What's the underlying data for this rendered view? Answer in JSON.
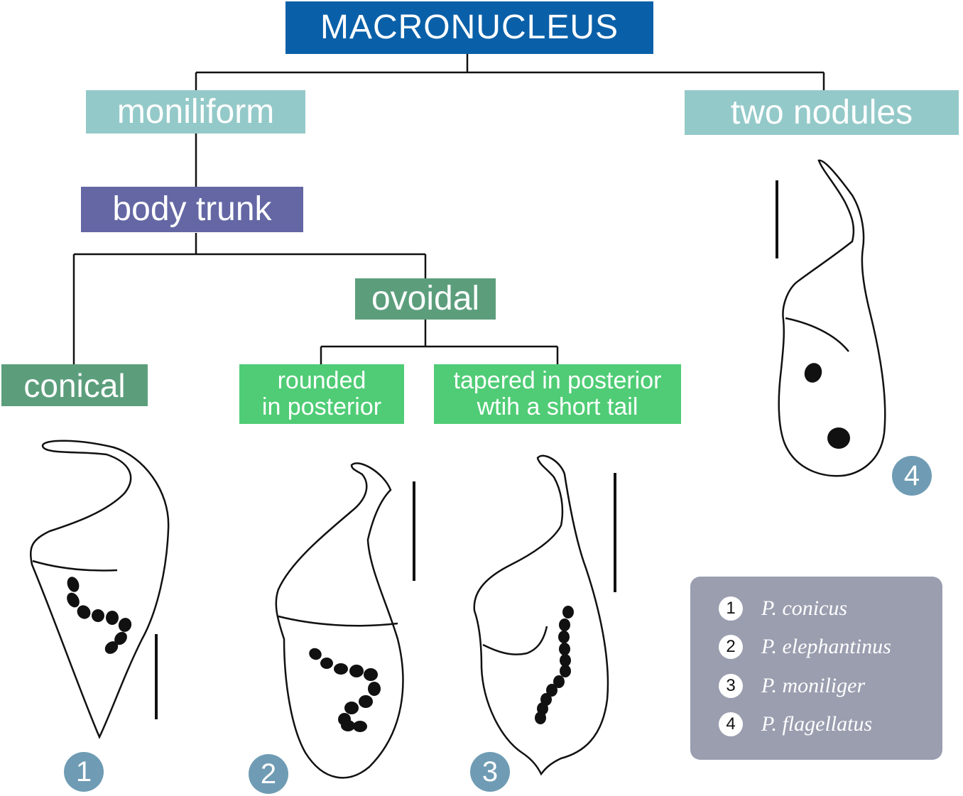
{
  "colors": {
    "root": "#0a60a8",
    "level1": "#94c9c9",
    "body_trunk": "#6467a4",
    "shape": "#5c9e7c",
    "sub_shape": "#4fcc75",
    "legend_bg": "#9a9eaf",
    "badge": "#6f9cb4"
  },
  "nodes": {
    "root": "MACRONUCLEUS",
    "moniliform": "moniliform",
    "two_nodules": "two nodules",
    "body_trunk": "body trunk",
    "ovoidal": "ovoidal",
    "conical": "conical",
    "rounded": [
      "rounded",
      "in posterior"
    ],
    "tapered": [
      "tapered in posterior",
      "wtih a short tail"
    ]
  },
  "badges": [
    "1",
    "2",
    "3",
    "4"
  ],
  "legend": [
    {
      "num": "1",
      "name": "P. conicus"
    },
    {
      "num": "2",
      "name": "P. elephantinus"
    },
    {
      "num": "3",
      "name": "P. moniliger"
    },
    {
      "num": "4",
      "name": "P. flagellatus"
    }
  ]
}
